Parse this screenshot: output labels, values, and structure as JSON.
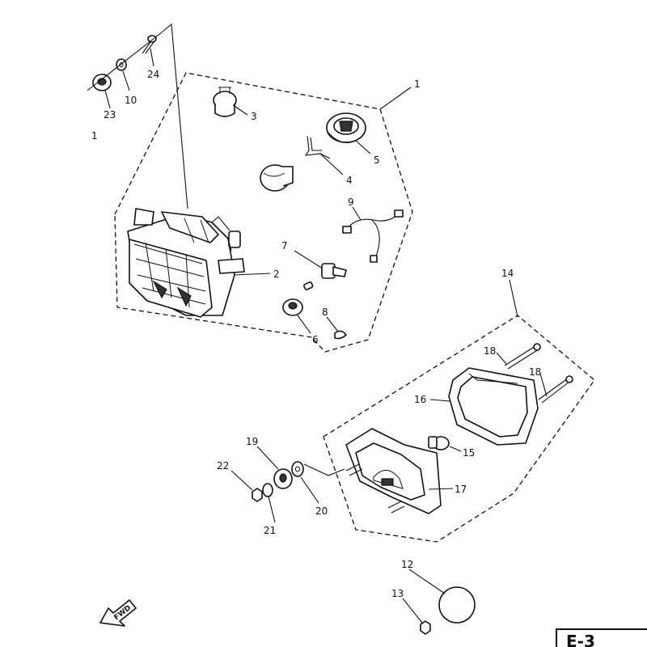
{
  "labels": {
    "p1": "1",
    "p1b": "1",
    "p2": "2",
    "p3": "3",
    "p4": "4",
    "p5": "5",
    "p6": "6",
    "p7": "7",
    "p8": "8",
    "p9": "9",
    "p10": "10",
    "p12": "12",
    "p13": "13",
    "p14": "14",
    "p15": "15",
    "p16": "16",
    "p17": "17",
    "p18a": "18",
    "p18b": "18",
    "p19": "19",
    "p20": "20",
    "p21": "21",
    "p22": "22",
    "p23": "23",
    "p24": "24"
  },
  "fwd_label": "FWD",
  "page_code": "E-3"
}
